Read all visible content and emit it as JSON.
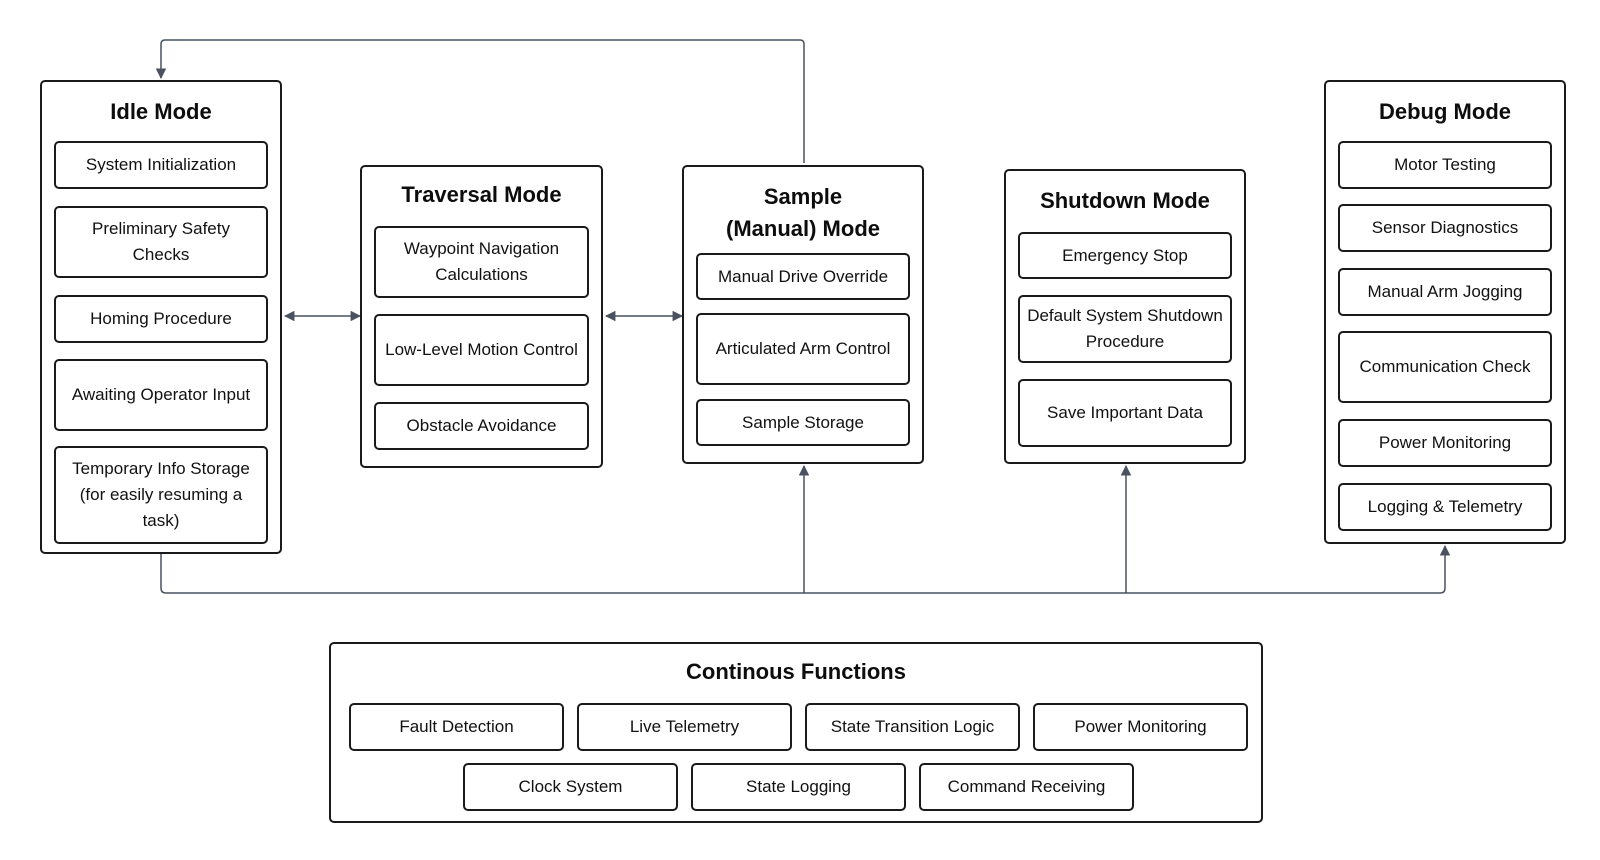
{
  "modes": {
    "idle": {
      "title": "Idle Mode",
      "items": [
        "System Initialization",
        "Preliminary Safety Checks",
        "Homing Procedure",
        "Awaiting Operator Input",
        "Temporary Info Storage (for easily resuming a task)"
      ]
    },
    "traversal": {
      "title": "Traversal Mode",
      "items": [
        "Waypoint Navigation Calculations",
        "Low-Level Motion Control",
        "Obstacle Avoidance"
      ]
    },
    "sample": {
      "title": "Sample (Manual) Mode",
      "items": [
        "Manual Drive Override",
        "Articulated Arm Control",
        "Sample Storage"
      ]
    },
    "shutdown": {
      "title": "Shutdown Mode",
      "items": [
        "Emergency Stop",
        "Default System Shutdown Procedure",
        "Save Important Data"
      ]
    },
    "debug": {
      "title": "Debug Mode",
      "items": [
        "Motor Testing",
        "Sensor Diagnostics",
        "Manual Arm Jogging",
        "Communication Check",
        "Power Monitoring",
        "Logging & Telemetry"
      ]
    }
  },
  "continuous": {
    "title": "Continous Functions",
    "items": [
      "Fault Detection",
      "Live Telemetry",
      "State Transition Logic",
      "Power Monitoring",
      "Clock System",
      "State Logging",
      "Command Receiving"
    ]
  },
  "colors": {
    "box_border": "#1a1a1a",
    "connector": "#4a5260"
  }
}
